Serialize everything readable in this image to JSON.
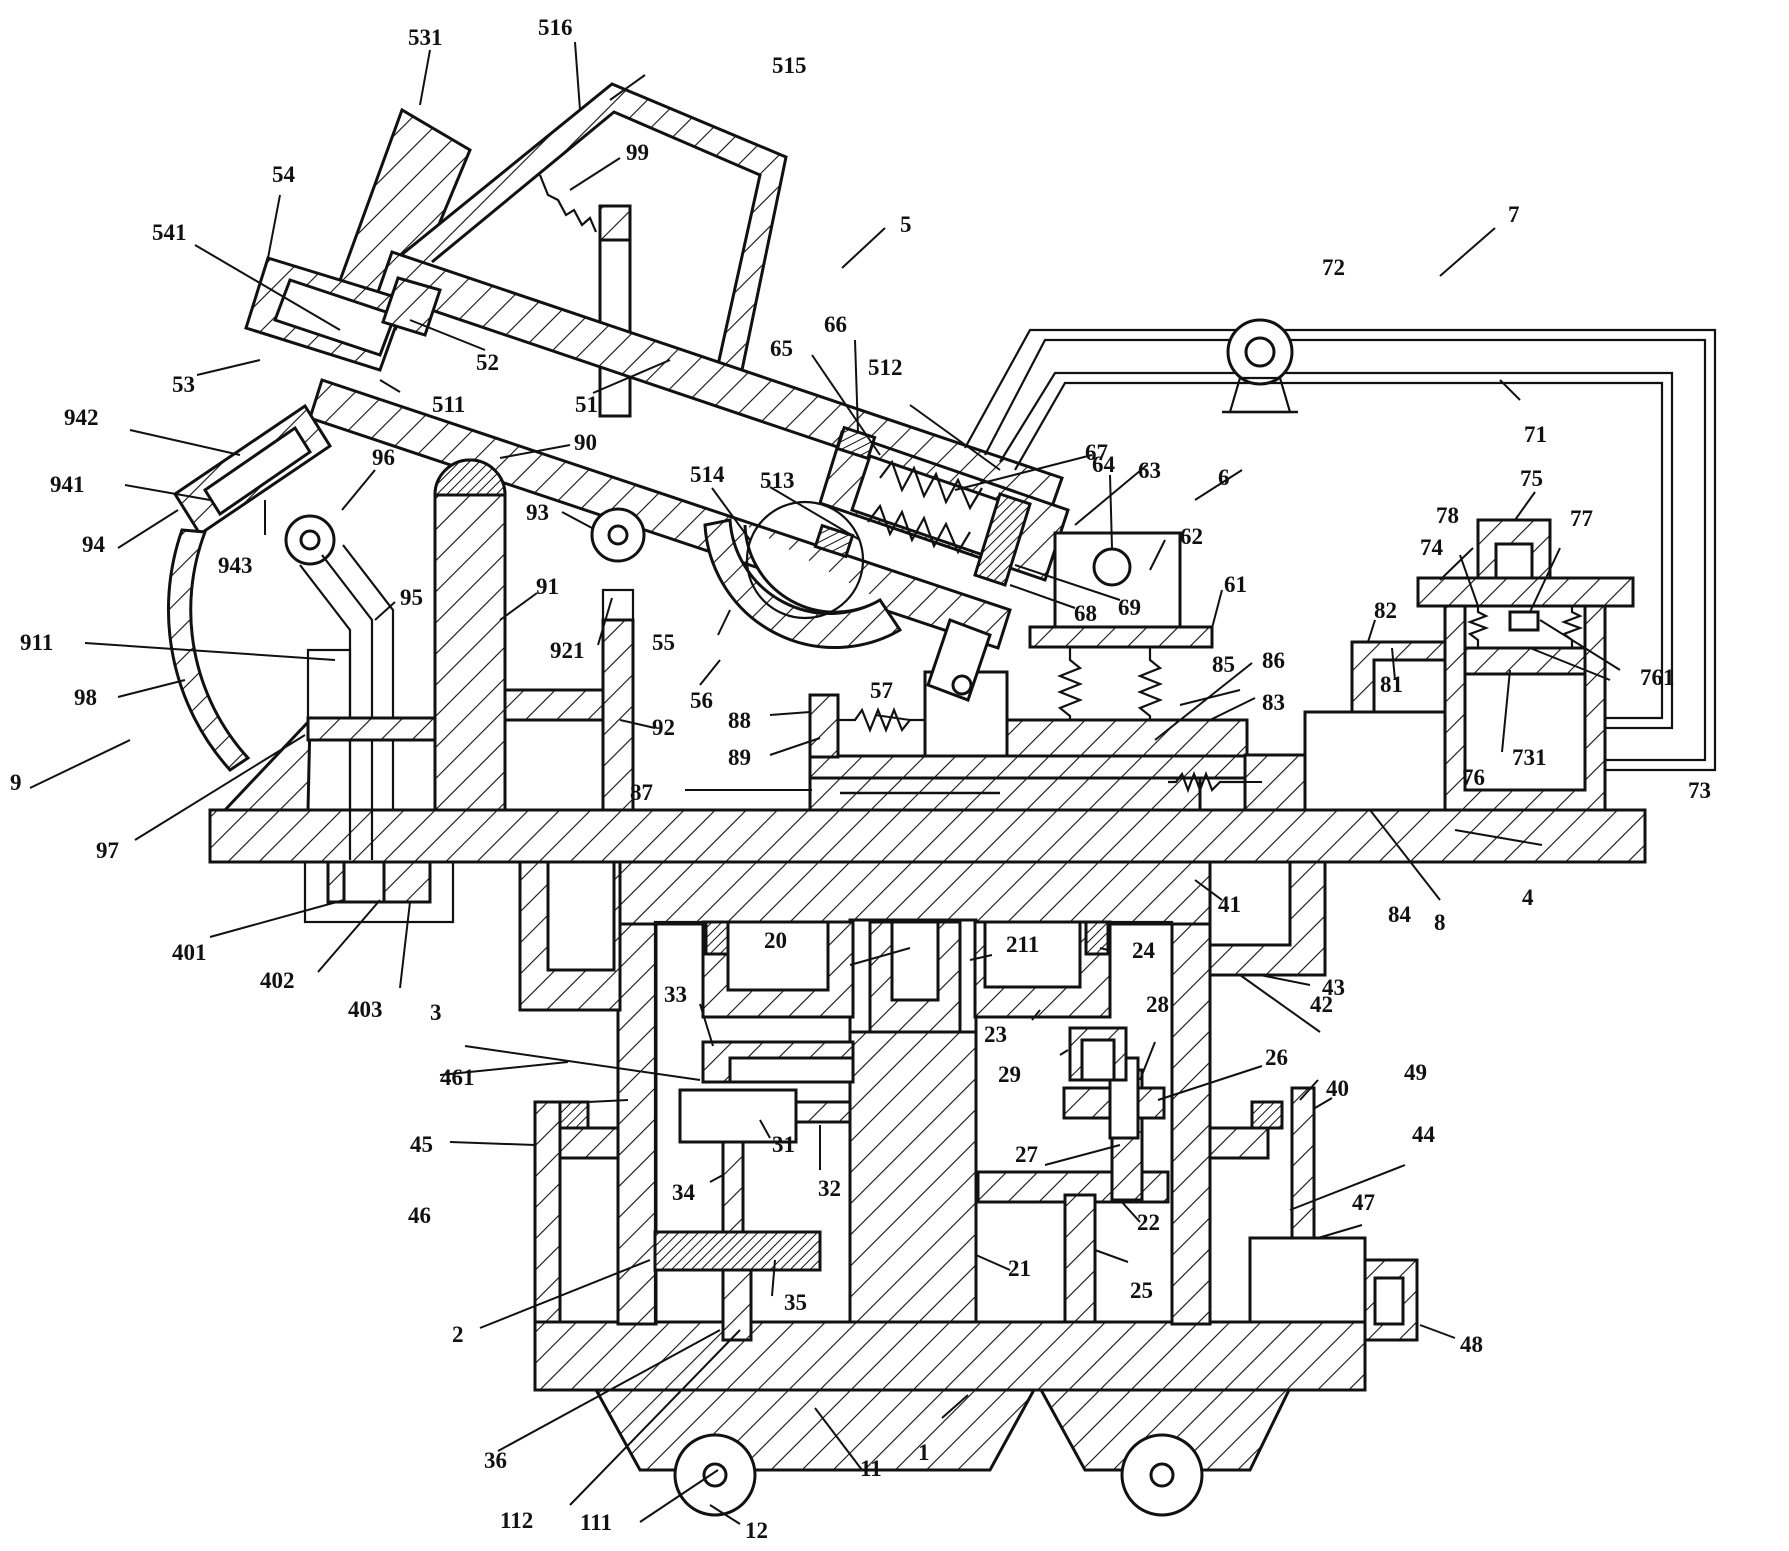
{
  "figure": {
    "labels": [
      {
        "id": "l1",
        "text": "1"
      },
      {
        "id": "l2",
        "text": "2"
      },
      {
        "id": "l3",
        "text": "3"
      },
      {
        "id": "l4",
        "text": "4"
      },
      {
        "id": "l5",
        "text": "5"
      },
      {
        "id": "l6",
        "text": "6"
      },
      {
        "id": "l7",
        "text": "7"
      },
      {
        "id": "l8",
        "text": "8"
      },
      {
        "id": "l9",
        "text": "9"
      },
      {
        "id": "l11",
        "text": "11"
      },
      {
        "id": "l12",
        "text": "12"
      },
      {
        "id": "l20",
        "text": "20"
      },
      {
        "id": "l21",
        "text": "21"
      },
      {
        "id": "l22",
        "text": "22"
      },
      {
        "id": "l23",
        "text": "23"
      },
      {
        "id": "l24",
        "text": "24"
      },
      {
        "id": "l25",
        "text": "25"
      },
      {
        "id": "l26",
        "text": "26"
      },
      {
        "id": "l27",
        "text": "27"
      },
      {
        "id": "l28",
        "text": "28"
      },
      {
        "id": "l29",
        "text": "29"
      },
      {
        "id": "l31",
        "text": "31"
      },
      {
        "id": "l32",
        "text": "32"
      },
      {
        "id": "l33",
        "text": "33"
      },
      {
        "id": "l34",
        "text": "34"
      },
      {
        "id": "l35",
        "text": "35"
      },
      {
        "id": "l36",
        "text": "36"
      },
      {
        "id": "l40",
        "text": "40"
      },
      {
        "id": "l41",
        "text": "41"
      },
      {
        "id": "l42",
        "text": "42"
      },
      {
        "id": "l43",
        "text": "43"
      },
      {
        "id": "l44",
        "text": "44"
      },
      {
        "id": "l45",
        "text": "45"
      },
      {
        "id": "l46",
        "text": "46"
      },
      {
        "id": "l47",
        "text": "47"
      },
      {
        "id": "l48",
        "text": "48"
      },
      {
        "id": "l49",
        "text": "49"
      },
      {
        "id": "l51",
        "text": "51"
      },
      {
        "id": "l52",
        "text": "52"
      },
      {
        "id": "l53",
        "text": "53"
      },
      {
        "id": "l54",
        "text": "54"
      },
      {
        "id": "l55",
        "text": "55"
      },
      {
        "id": "l56",
        "text": "56"
      },
      {
        "id": "l57",
        "text": "57"
      },
      {
        "id": "l61",
        "text": "61"
      },
      {
        "id": "l62",
        "text": "62"
      },
      {
        "id": "l63",
        "text": "63"
      },
      {
        "id": "l64",
        "text": "64"
      },
      {
        "id": "l65",
        "text": "65"
      },
      {
        "id": "l66",
        "text": "66"
      },
      {
        "id": "l67",
        "text": "67"
      },
      {
        "id": "l68",
        "text": "68"
      },
      {
        "id": "l69",
        "text": "69"
      },
      {
        "id": "l71",
        "text": "71"
      },
      {
        "id": "l72",
        "text": "72"
      },
      {
        "id": "l73",
        "text": "73"
      },
      {
        "id": "l74",
        "text": "74"
      },
      {
        "id": "l75",
        "text": "75"
      },
      {
        "id": "l76",
        "text": "76"
      },
      {
        "id": "l77",
        "text": "77"
      },
      {
        "id": "l78",
        "text": "78"
      },
      {
        "id": "l81",
        "text": "81"
      },
      {
        "id": "l82",
        "text": "82"
      },
      {
        "id": "l83",
        "text": "83"
      },
      {
        "id": "l84",
        "text": "84"
      },
      {
        "id": "l85",
        "text": "85"
      },
      {
        "id": "l86",
        "text": "86"
      },
      {
        "id": "l87",
        "text": "87"
      },
      {
        "id": "l88",
        "text": "88"
      },
      {
        "id": "l89",
        "text": "89"
      },
      {
        "id": "l90",
        "text": "90"
      },
      {
        "id": "l91",
        "text": "91"
      },
      {
        "id": "l92",
        "text": "92"
      },
      {
        "id": "l93",
        "text": "93"
      },
      {
        "id": "l94",
        "text": "94"
      },
      {
        "id": "l95",
        "text": "95"
      },
      {
        "id": "l96",
        "text": "96"
      },
      {
        "id": "l97",
        "text": "97"
      },
      {
        "id": "l98",
        "text": "98"
      },
      {
        "id": "l99",
        "text": "99"
      },
      {
        "id": "l111",
        "text": "111"
      },
      {
        "id": "l112",
        "text": "112"
      },
      {
        "id": "l211",
        "text": "211"
      },
      {
        "id": "l401",
        "text": "401"
      },
      {
        "id": "l402",
        "text": "402"
      },
      {
        "id": "l403",
        "text": "403"
      },
      {
        "id": "l461",
        "text": "461"
      },
      {
        "id": "l511",
        "text": "511"
      },
      {
        "id": "l512",
        "text": "512"
      },
      {
        "id": "l513",
        "text": "513"
      },
      {
        "id": "l514",
        "text": "514"
      },
      {
        "id": "l515",
        "text": "515"
      },
      {
        "id": "l516",
        "text": "516"
      },
      {
        "id": "l531",
        "text": "531"
      },
      {
        "id": "l541",
        "text": "541"
      },
      {
        "id": "l731",
        "text": "731"
      },
      {
        "id": "l761",
        "text": "761"
      },
      {
        "id": "l911",
        "text": "911"
      },
      {
        "id": "l921",
        "text": "921"
      },
      {
        "id": "l941",
        "text": "941"
      },
      {
        "id": "l942",
        "text": "942"
      },
      {
        "id": "l943",
        "text": "943"
      }
    ]
  }
}
